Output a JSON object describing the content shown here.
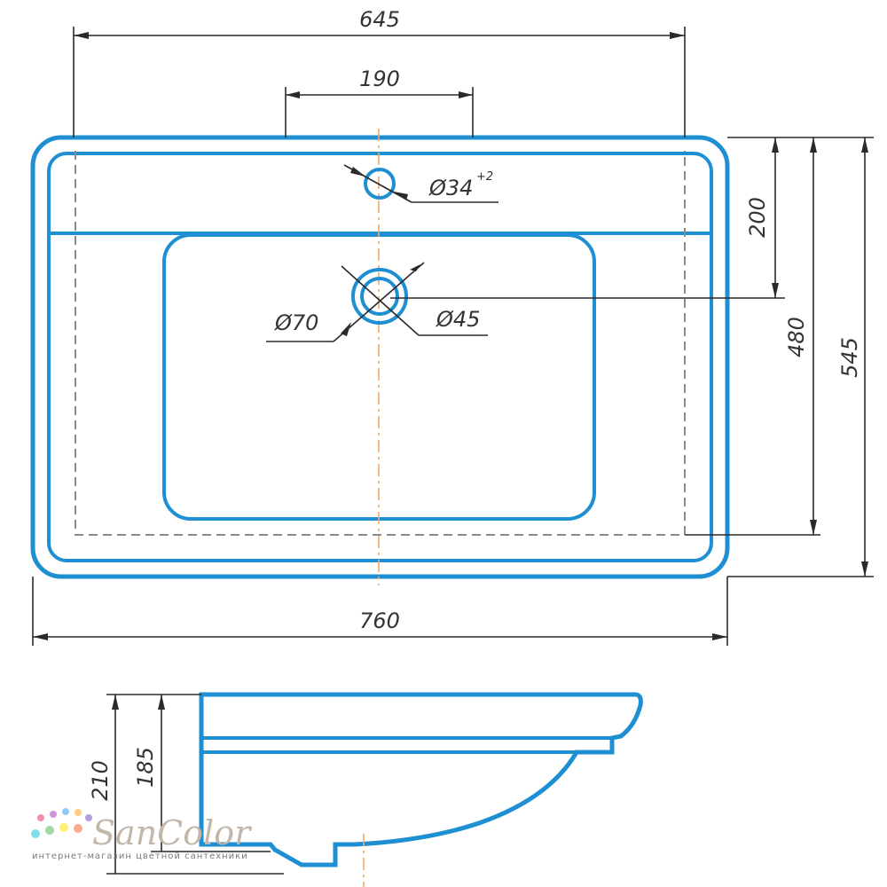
{
  "drawing": {
    "top_view": {
      "dim_overall_width": "760",
      "dim_inner_width": "645",
      "dim_mount_spacing": "190",
      "dim_tap_hole": "Ø34",
      "dim_tap_hole_tol": "+2",
      "dim_drain_outer": "Ø70",
      "dim_drain_inner": "Ø45",
      "dim_drain_offset": "200",
      "dim_inner_depth": "480",
      "dim_overall_depth": "545"
    },
    "side_view": {
      "dim_total_height": "210",
      "dim_bowl_height": "185"
    },
    "colors": {
      "outline": "#1d8fd2",
      "dimension": "#2a2a2a",
      "hidden": "#8a8a8a",
      "centerline": "#f2a86a"
    }
  },
  "logo": {
    "brand": "SanColor",
    "tagline": "интернет-магазин цветной сантехники"
  }
}
